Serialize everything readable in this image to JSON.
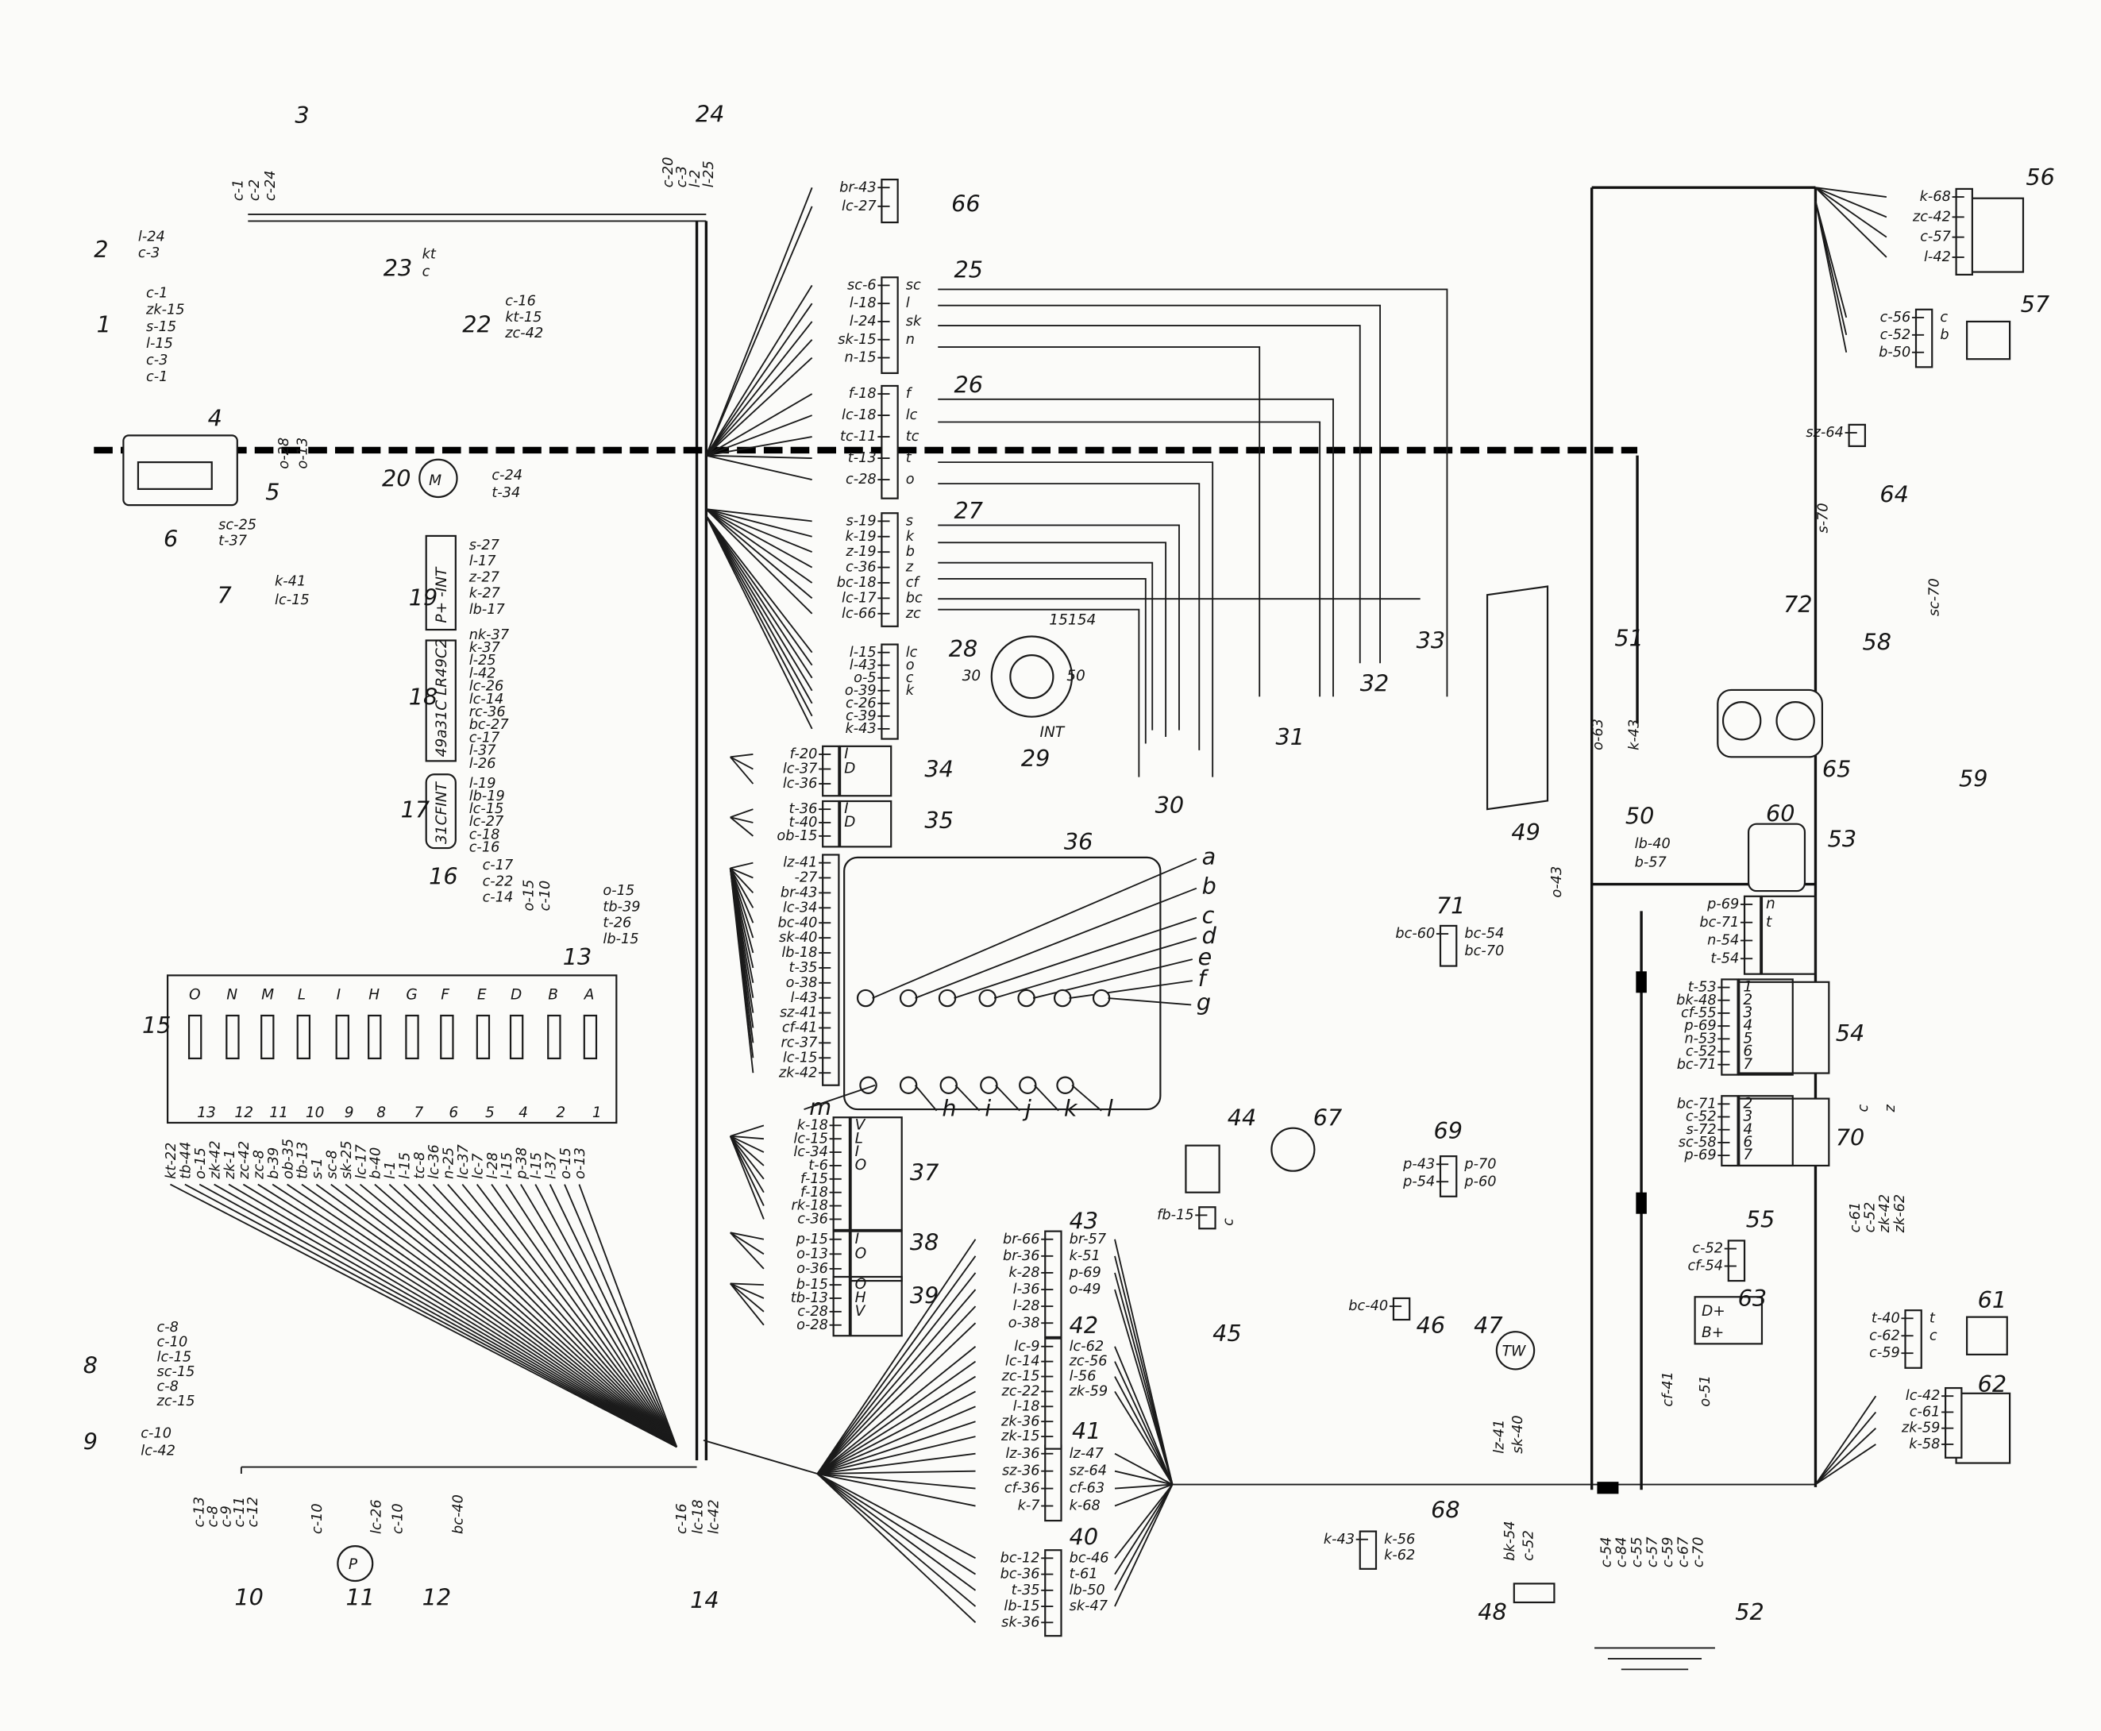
{
  "components": [
    "1",
    "2",
    "3",
    "4",
    "5",
    "6",
    "7",
    "8",
    "9",
    "10",
    "11",
    "12",
    "13",
    "14",
    "15",
    "16",
    "17",
    "18",
    "19",
    "20",
    "22",
    "23",
    "24",
    "25",
    "26",
    "27",
    "28",
    "29",
    "30",
    "31",
    "32",
    "33",
    "34",
    "35",
    "36",
    "37",
    "38",
    "39",
    "40",
    "41",
    "42",
    "43",
    "44",
    "45",
    "46",
    "47",
    "48",
    "49",
    "50",
    "51",
    "52",
    "53",
    "54",
    "55",
    "56",
    "57",
    "58",
    "59",
    "60",
    "61",
    "62",
    "63",
    "64",
    "65",
    "66",
    "67",
    "68",
    "69",
    "70",
    "71",
    "72"
  ],
  "lamp_letters": [
    "a",
    "b",
    "c",
    "d",
    "e",
    "f",
    "g",
    "h",
    "i",
    "j",
    "k",
    "l",
    "m"
  ],
  "fuse_box": {
    "letters": [
      "O",
      "N",
      "M",
      "L",
      "I",
      "H",
      "G",
      "F",
      "E",
      "D",
      "B",
      "A"
    ],
    "numbers": [
      "13",
      "12",
      "11",
      "10",
      "9",
      "8",
      "7",
      "6",
      "5",
      "4",
      "2",
      "1"
    ]
  },
  "ignition_29": {
    "terminals": [
      "15154",
      "30",
      "50",
      "INT"
    ]
  },
  "symbols": {
    "motor": "M",
    "pump": "P",
    "temp": "TW",
    "alt_d": "D+",
    "alt_b": "B+",
    "panel19": "P+ -INT",
    "panel18": "49a31C LR49C2",
    "panel17": "31CFINT"
  },
  "connectors": {
    "1": {
      "right": [
        "c-1",
        "zk-15",
        "s-15",
        "l-15",
        "c-3",
        "c-1"
      ]
    },
    "2": {
      "right": [
        "l-24",
        "c-3"
      ]
    },
    "3": {
      "labels": [
        "c-1",
        "c-2",
        "c-24"
      ]
    },
    "22": {
      "right": [
        "c-16",
        "kt-15",
        "zc-42"
      ]
    },
    "23": {
      "right": [
        "kt",
        "c"
      ]
    },
    "24": {
      "labels": [
        "c-20",
        "c-3",
        "l-2",
        "l-25"
      ]
    },
    "66": {
      "left": [
        "br-43",
        "lc-27"
      ]
    },
    "25": {
      "left": [
        "sc-6",
        "l-18",
        "l-24",
        "sk-15",
        "n-15"
      ],
      "right": [
        "sc",
        "l",
        "sk",
        "n"
      ]
    },
    "26": {
      "left": [
        "f-18",
        "lc-18",
        "tc-11",
        "t-13",
        "c-28"
      ],
      "right": [
        "f",
        "lc",
        "tc",
        "t",
        "o"
      ]
    },
    "27": {
      "left": [
        "s-19",
        "k-19",
        "z-19",
        "c-36",
        "bc-18",
        "lc-17",
        "lc-66"
      ],
      "right": [
        "s",
        "k",
        "b",
        "z",
        "cf",
        "bc",
        "zc"
      ]
    },
    "28": {
      "left": [
        "l-15",
        "l-43",
        "o-5",
        "o-39",
        "c-26",
        "c-39",
        "k-43"
      ],
      "right": [
        "lc",
        "o",
        "c",
        "k"
      ]
    },
    "5": {
      "labels": [
        "o-28",
        "o-13"
      ]
    },
    "20": {
      "right": [
        "c-24",
        "t-34"
      ]
    },
    "6": {
      "right": [
        "sc-25",
        "t-37"
      ]
    },
    "7": {
      "right": [
        "k-41",
        "lc-15"
      ]
    },
    "19": {
      "right": [
        "s-27",
        "l-17",
        "z-27",
        "k-27",
        "lb-17"
      ]
    },
    "18": {
      "right": [
        "nk-37",
        "k-37",
        "l-25",
        "l-42",
        "lc-26",
        "lc-14",
        "rc-36",
        "bc-27",
        "c-17",
        "l-37",
        "l-26"
      ]
    },
    "17": {
      "right": [
        "l-19",
        "lb-19",
        "lc-15",
        "lc-27",
        "c-18",
        "c-16"
      ]
    },
    "16": {
      "right": [
        "c-17",
        "c-22",
        "c-14"
      ]
    },
    "13": {
      "right": [
        "o-15",
        "tb-39",
        "t-26",
        "lb-15"
      ],
      "labels": [
        "o-15",
        "c-10"
      ]
    },
    "34": {
      "left": [
        "f-20",
        "lc-37",
        "lc-36"
      ],
      "pins": [
        "I",
        "D"
      ]
    },
    "35": {
      "left": [
        "t-36",
        "t-40",
        "ob-15"
      ],
      "pins": [
        "I",
        "D"
      ]
    },
    "36": {
      "left": [
        "lz-41",
        "-27",
        "br-43",
        "lc-34",
        "bc-40",
        "sk-40",
        "lb-18",
        "t-35",
        "o-38",
        "l-43",
        "sz-41",
        "cf-41",
        "rc-37",
        "lc-15",
        "zk-42"
      ]
    },
    "37": {
      "left": [
        "k-18",
        "lc-15",
        "lc-34",
        "t-6",
        "f-15",
        "f-18",
        "rk-18",
        "c-36"
      ],
      "pins": [
        "V",
        "L",
        "I",
        "O"
      ]
    },
    "38": {
      "left": [
        "p-15",
        "o-13",
        "o-36"
      ],
      "pins": [
        "I",
        "O"
      ]
    },
    "39": {
      "left": [
        "b-15",
        "tb-13",
        "c-28",
        "o-28"
      ],
      "pins": [
        "O",
        "H",
        "V"
      ]
    },
    "43": {
      "left": [
        "br-66",
        "br-36",
        "k-28",
        "l-36",
        "l-28",
        "o-38"
      ],
      "right": [
        "br-57",
        "k-51",
        "p-69",
        "o-49"
      ]
    },
    "42": {
      "left": [
        "lc-9",
        "lc-14",
        "zc-15",
        "zc-22",
        "l-18",
        "zk-36",
        "zk-15"
      ],
      "right": [
        "lc-62",
        "zc-56",
        "l-56",
        "zk-59"
      ]
    },
    "41": {
      "left": [
        "lz-36",
        "sz-36",
        "cf-36",
        "k-7"
      ],
      "right": [
        "lz-47",
        "sz-64",
        "cf-63",
        "k-68"
      ]
    },
    "40": {
      "left": [
        "bc-12",
        "bc-36",
        "t-35",
        "lb-15",
        "sk-36"
      ],
      "right": [
        "bc-46",
        "t-61",
        "lb-50",
        "sk-47"
      ]
    },
    "8": {
      "right": [
        "c-8",
        "c-10",
        "lc-15",
        "sc-15",
        "c-8",
        "zc-15"
      ]
    },
    "9": {
      "right": [
        "c-10",
        "lc-42"
      ]
    },
    "10": {
      "labels": [
        "c-13",
        "c-8",
        "c-9",
        "c-11",
        "c-12"
      ]
    },
    "11": {
      "labels": [
        "c-10",
        "lc-26"
      ]
    },
    "12": {
      "labels": [
        "c-10",
        "bc-40"
      ]
    },
    "14": {
      "labels": [
        "c-16",
        "lc-18",
        "lc-42"
      ]
    },
    "15": {
      "labels": [
        "kt-22",
        "tb-44",
        "o-15",
        "zk-42",
        "zk-1",
        "zc-42",
        "zc-8",
        "b-39",
        "ob-35",
        "tb-13",
        "s-1",
        "sc-8",
        "sk-25",
        "lc-17",
        "b-40",
        "l-1",
        "l-15",
        "tc-8",
        "lc-36",
        "n-25",
        "lc-37",
        "lc-7",
        "l-28",
        "l-15",
        "p-38",
        "l-15",
        "l-37",
        "o-15",
        "o-13"
      ]
    },
    "56": {
      "left": [
        "k-68",
        "zc-42",
        "c-57",
        "l-42"
      ]
    },
    "57": {
      "left": [
        "c-56",
        "c-52",
        "b-50"
      ],
      "right": [
        "c",
        "b"
      ]
    },
    "64": {
      "left": [
        "sz-64"
      ]
    },
    "72": {
      "labels": [
        "s-70"
      ]
    },
    "58": {
      "labels": [
        "sc-70"
      ]
    },
    "51": {
      "labels": [
        "o-63",
        "k-43"
      ]
    },
    "50": {
      "right": [
        "lb-40",
        "b-57"
      ]
    },
    "49": {
      "labels": [
        "o-43"
      ]
    },
    "71": {
      "left": [
        "bc-60"
      ],
      "right": [
        "bc-54",
        "bc-70"
      ]
    },
    "69": {
      "left": [
        "p-43",
        "p-54"
      ],
      "right": [
        "p-70",
        "p-60"
      ]
    },
    "68": {
      "left": [
        "k-43"
      ],
      "right": [
        "k-56",
        "k-62"
      ]
    },
    "53": {
      "left": [
        "p-69",
        "bc-71",
        "n-54",
        "t-54"
      ],
      "pins": [
        "n",
        "t"
      ]
    },
    "54": {
      "left": [
        "t-53",
        "bk-48",
        "cf-55",
        "p-69",
        "n-53",
        "c-52",
        "bc-71"
      ],
      "pins": [
        "1",
        "2",
        "3",
        "4",
        "5",
        "6",
        "7"
      ]
    },
    "70": {
      "left": [
        "bc-71",
        "c-52",
        "s-72",
        "sc-58",
        "p-69"
      ],
      "pins": [
        "2",
        "3",
        "4",
        "6",
        "7"
      ]
    },
    "55": {
      "left": [
        "c-52",
        "cf-54"
      ]
    },
    "63": {
      "labels": [
        "cf-41",
        "o-51"
      ]
    },
    "61": {
      "left": [
        "t-40",
        "c-62",
        "c-59"
      ],
      "right": [
        "t",
        "c"
      ]
    },
    "62": {
      "left": [
        "lc-42",
        "c-61",
        "zk-59",
        "k-58"
      ]
    },
    "59a": {
      "labels": [
        "c",
        "z"
      ]
    },
    "59b": {
      "labels": [
        "c-61",
        "c-52",
        "zk-42",
        "zk-62"
      ]
    },
    "44": {
      "left": [
        "fb-15"
      ],
      "labels": [
        "c"
      ]
    },
    "46": {
      "left": [
        "bc-40"
      ]
    },
    "47": {
      "labels": [
        "lz-41",
        "sk-40"
      ]
    },
    "48": {
      "labels": [
        "bk-54",
        "c-52"
      ]
    },
    "52": {
      "labels": [
        "c-54",
        "c-84",
        "c-55",
        "c-57",
        "c-59",
        "c-67",
        "c-70"
      ]
    }
  }
}
